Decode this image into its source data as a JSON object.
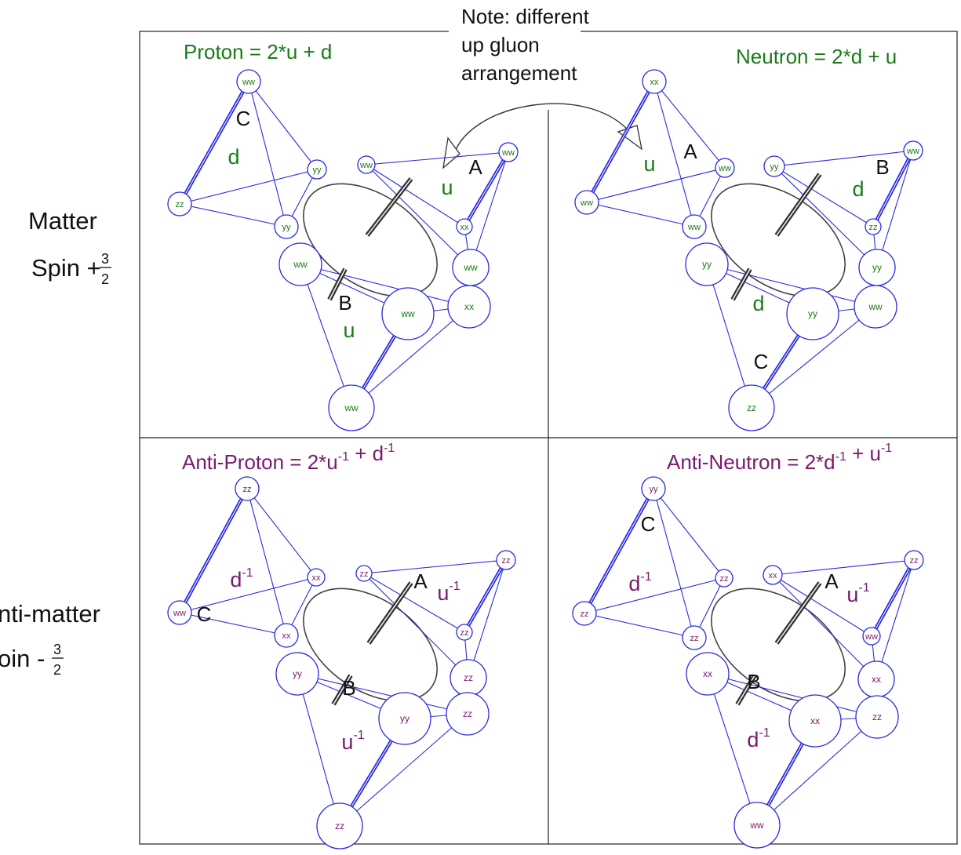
{
  "note": {
    "line1": "Note: different",
    "line2": "up gluon",
    "line3": "arrangement"
  },
  "side_labels": {
    "matter": "Matter",
    "spin_plus_prefix": "Spin +",
    "frac_num": "3",
    "frac_den": "2",
    "antimatter": "nti-matter",
    "spin_minus_prefix": "oin -"
  },
  "colors": {
    "matter_label": "#1a7a1a",
    "antimatter_label": "#7a1a6e",
    "node_stroke": "#2a2ae0",
    "edge": "#2a2ae0",
    "ellipse": "#444444",
    "frame": "#222222"
  },
  "panels": [
    {
      "id": "proton",
      "title": "Proton = 2*u + d",
      "title_parts": [
        {
          "t": "Proton = 2*u + d"
        }
      ],
      "flavor": "matter",
      "quark_labels": [
        "d",
        "u",
        "u"
      ],
      "quark_sup": [
        "",
        "",
        ""
      ],
      "letters": [
        "C",
        "A",
        "B"
      ],
      "nodes": [
        "ww",
        "zz",
        "yy",
        "yy",
        "ww",
        "ww",
        "xx",
        "ww",
        "ww",
        "ww",
        "xx",
        "ww"
      ]
    },
    {
      "id": "neutron",
      "title": "Neutron = 2*d + u",
      "title_parts": [
        {
          "t": "Neutron = 2*d + u"
        }
      ],
      "flavor": "matter",
      "quark_labels": [
        "u",
        "d",
        "d"
      ],
      "quark_sup": [
        "",
        "",
        ""
      ],
      "letters": [
        "A",
        "B",
        "C"
      ],
      "nodes": [
        "xx",
        "ww",
        "ww",
        "ww",
        "yy",
        "ww",
        "zz",
        "yy",
        "yy",
        "yy",
        "ww",
        "zz"
      ]
    },
    {
      "id": "anti-proton",
      "title": "Anti-Proton = 2*u-1 + d-1",
      "title_parts": [
        {
          "t": "Anti-Proton = 2*u"
        },
        {
          "t": "-1",
          "sup": true
        },
        {
          "t": " + d"
        },
        {
          "t": "-1",
          "sup": true
        }
      ],
      "flavor": "antimatter",
      "quark_labels": [
        "d",
        "u",
        "u"
      ],
      "quark_sup": [
        "-1",
        "-1",
        "-1"
      ],
      "letters": [
        "C",
        "A",
        "B"
      ],
      "nodes": [
        "zz",
        "ww",
        "xx",
        "xx",
        "zz",
        "zz",
        "zz",
        "zz",
        "yy",
        "yy",
        "zz",
        "zz"
      ]
    },
    {
      "id": "anti-neutron",
      "title": "Anti-Neutron = 2*d-1 + u-1",
      "title_parts": [
        {
          "t": "Anti-Neutron = 2*d"
        },
        {
          "t": "-1",
          "sup": true
        },
        {
          "t": " + u"
        },
        {
          "t": "-1",
          "sup": true
        }
      ],
      "flavor": "antimatter",
      "quark_labels": [
        "d",
        "u",
        "d"
      ],
      "quark_sup": [
        "-1",
        "-1",
        "-1"
      ],
      "letters": [
        "C",
        "A",
        "B"
      ],
      "nodes": [
        "yy",
        "zz",
        "zz",
        "zz",
        "xx",
        "zz",
        "ww",
        "xx",
        "xx",
        "xx",
        "zz",
        "ww"
      ]
    }
  ]
}
